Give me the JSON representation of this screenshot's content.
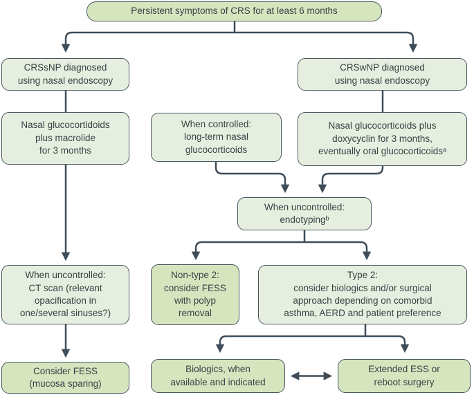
{
  "colors": {
    "background": "#ffffff",
    "box-light": "#e6efdf",
    "box-medium": "#d7e5bf",
    "box-border": "#47565f",
    "arrow": "#3e4d59",
    "text": "#3a4145"
  },
  "nodes": {
    "start": {
      "text": "Persistent symptoms of CRS for at least 6 months",
      "variant": "medium"
    },
    "crssnp": {
      "text": "CRSsNP diagnosed\nusing nasal endoscopy",
      "variant": "light"
    },
    "crswnp": {
      "text": "CRSwNP diagnosed\nusing nasal endoscopy",
      "variant": "light"
    },
    "nasal_macrolide": {
      "text": "Nasal glucocortidoids\nplus macrolide\nfor 3 months",
      "variant": "light"
    },
    "when_controlled": {
      "text": "When controlled:\nlong-term nasal\nglucocorticoids",
      "variant": "light"
    },
    "nasal_doxycyclin": {
      "text": "Nasal glucocorticoids plus\ndoxycyclin for 3 months,\neventually oral glucocorticoidsᵃ",
      "variant": "light"
    },
    "endotyping": {
      "text": "When uncontrolled:\nendotypingᵇ",
      "variant": "light"
    },
    "ct_scan": {
      "text": "When uncontrolled:\nCT scan (relevant\nopacification in\none/several sinuses?)",
      "variant": "light"
    },
    "non_type2": {
      "text": "Non-type 2:\nconsider FESS\nwith polyp\nremoval",
      "variant": "medium"
    },
    "type2": {
      "text": "Type 2:\nconsider biologics and/or surgical\napproach depending on comorbid\nasthma, AERD and patient preference",
      "variant": "light"
    },
    "consider_fess": {
      "text": "Consider FESS\n(mucosa sparing)",
      "variant": "medium"
    },
    "biologics": {
      "text": "Biologics, when\navailable and indicated",
      "variant": "medium"
    },
    "extended_ess": {
      "text": "Extended ESS or\nreboot surgery",
      "variant": "medium"
    }
  }
}
